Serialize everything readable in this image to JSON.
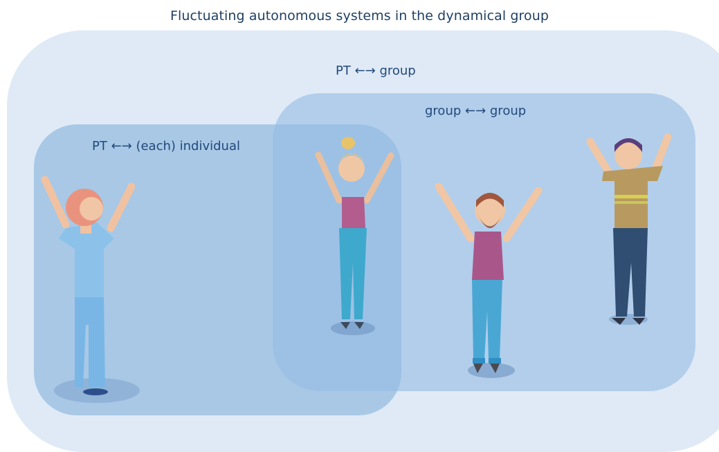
{
  "title": "Fluctuating autonomous systems in the dynamical group",
  "labels": {
    "pt_group": "PT ←→ group",
    "group_group": "group ←→ group",
    "pt_individual": "PT ←→ (each) individual"
  },
  "colors": {
    "outer_region": "#dfeaf6",
    "individual_region": "#99bee2",
    "group_region": "#96bde4",
    "text": "#23497a"
  },
  "figures": [
    "physiotherapist",
    "woman-ponytail",
    "man-beard",
    "man-striped-shirt"
  ]
}
